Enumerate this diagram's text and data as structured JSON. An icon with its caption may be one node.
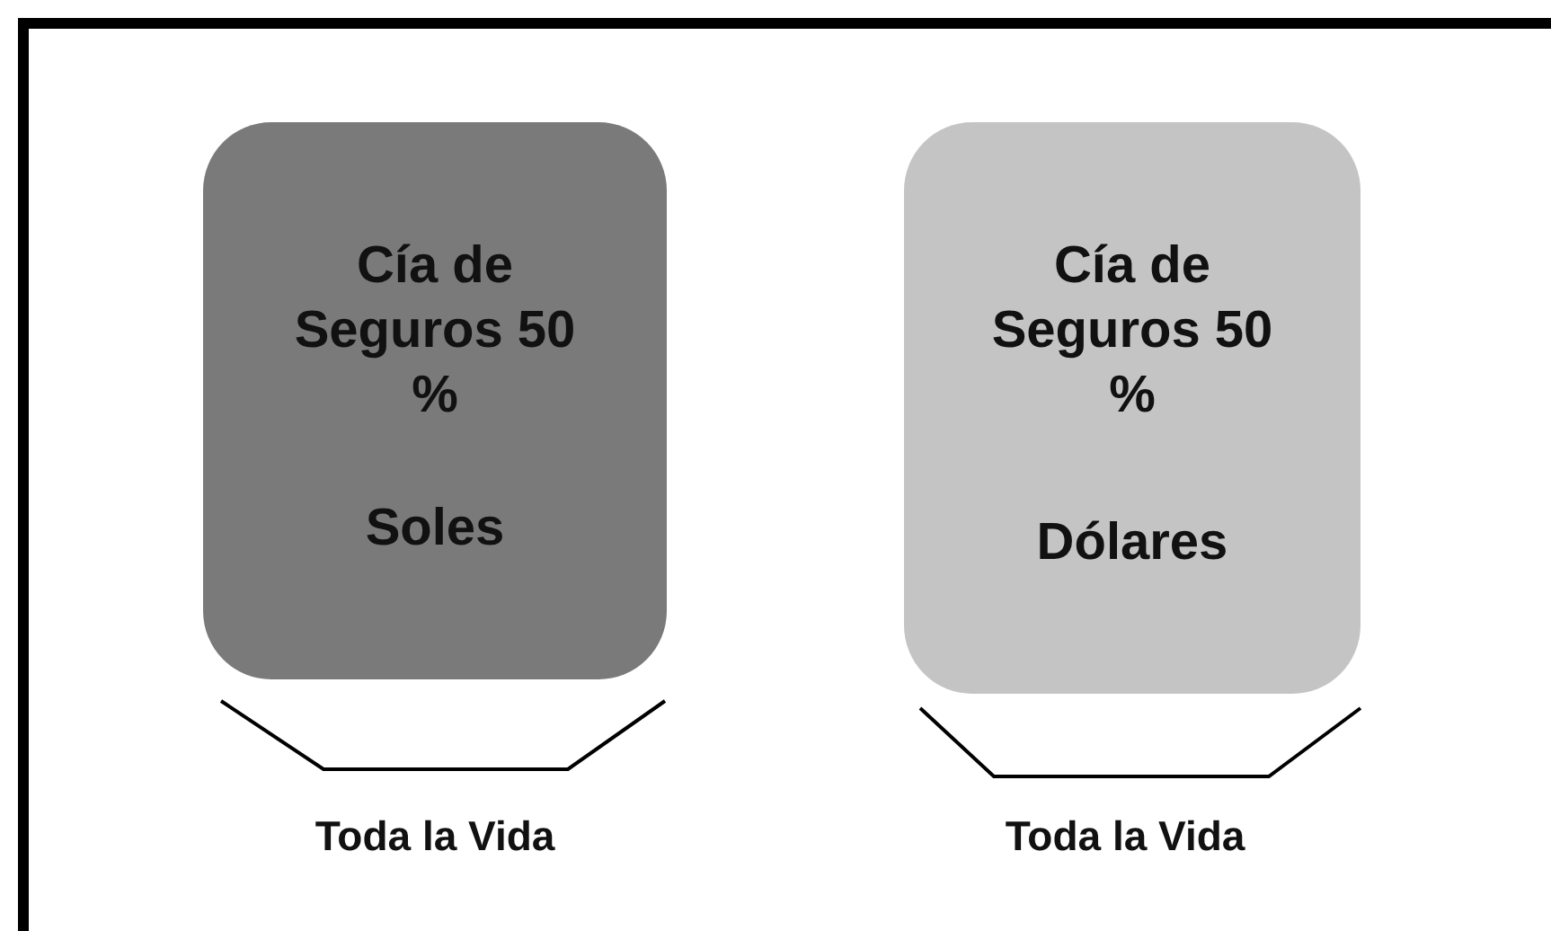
{
  "diagram": {
    "nodes": [
      {
        "text": [
          "Cía de Seguros 50 %",
          "Soles"
        ],
        "beside": [
          "Toda la Vida"
        ]
      },
      {
        "text": [
          "Cía de Seguros 50 %",
          "Dólares"
        ],
        "beside": [
          "Toda la Vida"
        ]
      }
    ]
  }
}
